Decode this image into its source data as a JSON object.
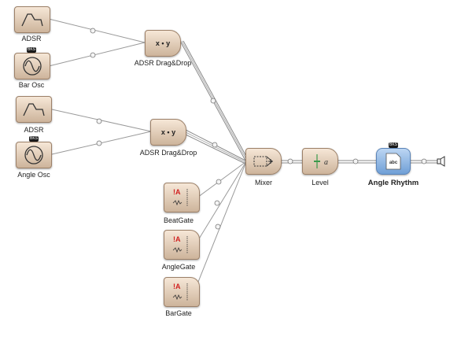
{
  "nodes": {
    "adsr_1": {
      "label": "ADSR"
    },
    "bar_osc": {
      "label": "Bar Osc",
      "badge": "BKS"
    },
    "adsr_dd_1": {
      "label": "ADSR Drag&Drop",
      "op": "x • y"
    },
    "adsr_2": {
      "label": "ADSR"
    },
    "angle_osc": {
      "label": "Angle Osc",
      "badge": "BKS"
    },
    "adsr_dd_2": {
      "label": "ADSR Drag&Drop",
      "op": "x • y"
    },
    "mixer": {
      "label": "Mixer"
    },
    "level": {
      "label": "Level",
      "glyph": "a"
    },
    "angle_rhythm": {
      "label": "Angle Rhythm",
      "badge": "BKS",
      "glyph": "abc"
    },
    "beatgate": {
      "label": "BeatGate",
      "glyph": "!A"
    },
    "anglegate": {
      "label": "AngleGate",
      "glyph": "!A"
    },
    "bargate": {
      "label": "BarGate",
      "glyph": "!A"
    }
  }
}
